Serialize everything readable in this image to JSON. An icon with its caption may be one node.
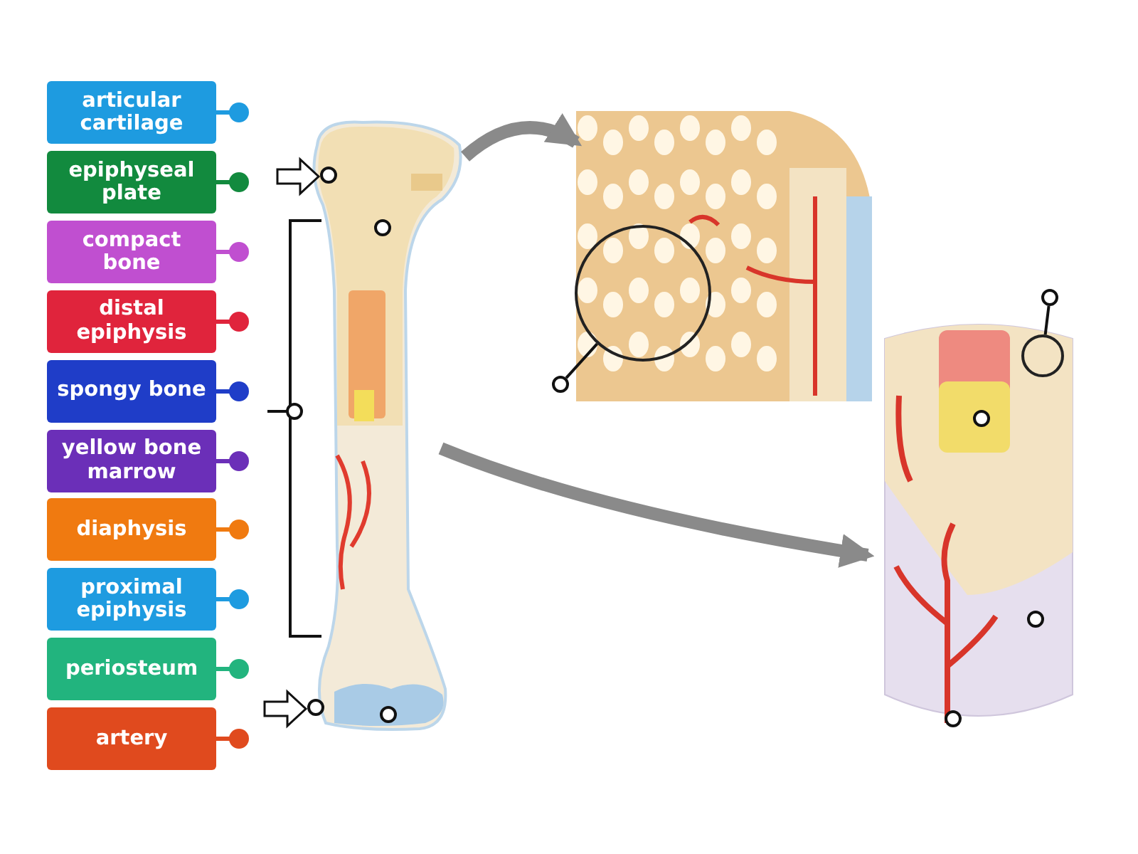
{
  "diagram": {
    "nodes": [
      {
        "text": [
          "articular cartilage"
        ]
      },
      {
        "text": [
          "epiphyseal plate"
        ]
      },
      {
        "text": [
          "compact bone"
        ]
      },
      {
        "text": [
          "distal epiphysis"
        ]
      },
      {
        "text": [
          "spongy bone"
        ]
      },
      {
        "text": [
          "yellow bone marrow"
        ]
      },
      {
        "text": [
          "diaphysis"
        ]
      },
      {
        "text": [
          "proximal epiphysis"
        ]
      },
      {
        "text": [
          "periosteum"
        ]
      },
      {
        "text": [
          "artery"
        ]
      },
      {
        "text": [],
        "shape": "picture"
      },
      {
        "text": [],
        "shape": "circle",
        "in": 10
      },
      {
        "text": [],
        "shape": "circle",
        "in": 10
      },
      {
        "text": [],
        "shape": "circle"
      },
      {
        "text": [],
        "shape": "circle",
        "in": 10
      },
      {
        "text": [],
        "shape": "circle",
        "in": 10
      },
      {
        "text": [],
        "shape": "picture"
      },
      {
        "text": [],
        "shape": "circle",
        "in": 16
      },
      {
        "text": [],
        "shape": "circle"
      },
      {
        "text": [],
        "shape": "picture"
      },
      {
        "text": [],
        "shape": "circle",
        "in": 19
      },
      {
        "text": [],
        "shape": "circle"
      },
      {
        "text": [],
        "shape": "circle",
        "in": 19
      },
      {
        "text": [],
        "shape": "circle",
        "in": 19
      },
      {
        "text": [],
        "shape": "circle",
        "in": 19
      }
    ],
    "edges": [
      {
        "from": 10,
        "to": 16,
        "arrow": "to",
        "style": "thick",
        "color": "#8a8a8a"
      },
      {
        "from": 10,
        "to": 19,
        "arrow": "to",
        "style": "thick",
        "color": "#8a8a8a"
      },
      {
        "from": 18,
        "to": 17,
        "arrow": "none",
        "color": "#111111"
      },
      {
        "from": 21,
        "to": 20,
        "arrow": "none",
        "color": "#111111"
      },
      {
        "from": null,
        "to": 11,
        "arrow": "to",
        "color": "#111111"
      },
      {
        "from": null,
        "to": 14,
        "arrow": "to",
        "color": "#111111"
      }
    ]
  }
}
